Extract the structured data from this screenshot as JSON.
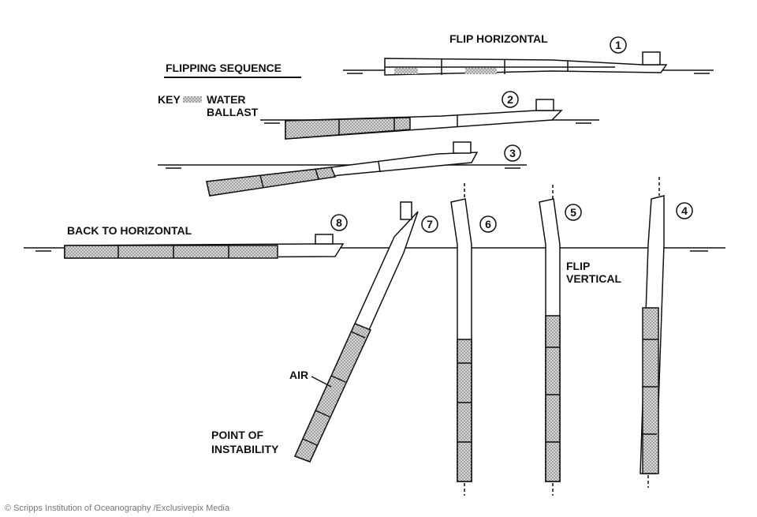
{
  "title": "FLIPPING SEQUENCE",
  "key": {
    "label": "KEY",
    "line1": "WATER",
    "line2": "BALLAST"
  },
  "labels": {
    "flip_horizontal": "FLIP HORIZONTAL",
    "back_to_horizontal": "BACK TO HORIZONTAL",
    "flip_vertical_1": "FLIP",
    "flip_vertical_2": "VERTICAL",
    "air": "AIR",
    "instability_1": "POINT OF",
    "instability_2": "INSTABILITY"
  },
  "stages": [
    "1",
    "2",
    "3",
    "4",
    "5",
    "6",
    "7",
    "8"
  ],
  "credit": "© Scripps Institution of Oceanography /Exclusivepix Media",
  "colors": {
    "ink": "#111111",
    "ballast": "#9a9a9a",
    "hull": "#ffffff"
  }
}
